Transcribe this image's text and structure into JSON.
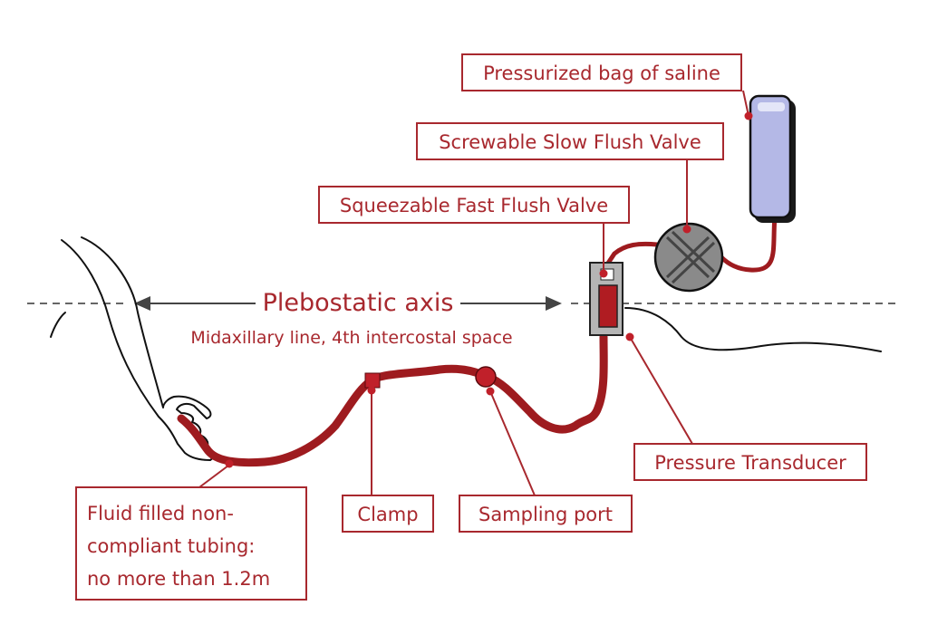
{
  "axis": {
    "title": "Plebostatic axis",
    "subtitle": "Midaxillary line, 4th intercostal space"
  },
  "labels": {
    "saline_bag": "Pressurized bag of saline",
    "slow_flush": "Screwable Slow Flush Valve",
    "fast_flush": "Squeezable Fast Flush Valve",
    "transducer": "Pressure Transducer",
    "sampling_port": "Sampling port",
    "clamp": "Clamp",
    "tubing_line1": "Fluid filled non-",
    "tubing_line2": "compliant tubing:",
    "tubing_line3": "no more than 1.2m"
  },
  "colors": {
    "accent": "#a8282e",
    "tubing": "#9e1b1f",
    "saline_bag": "#b4b8e6",
    "valve_gray": "#8a8a8a",
    "transducer_gray": "#b5b5b5"
  }
}
